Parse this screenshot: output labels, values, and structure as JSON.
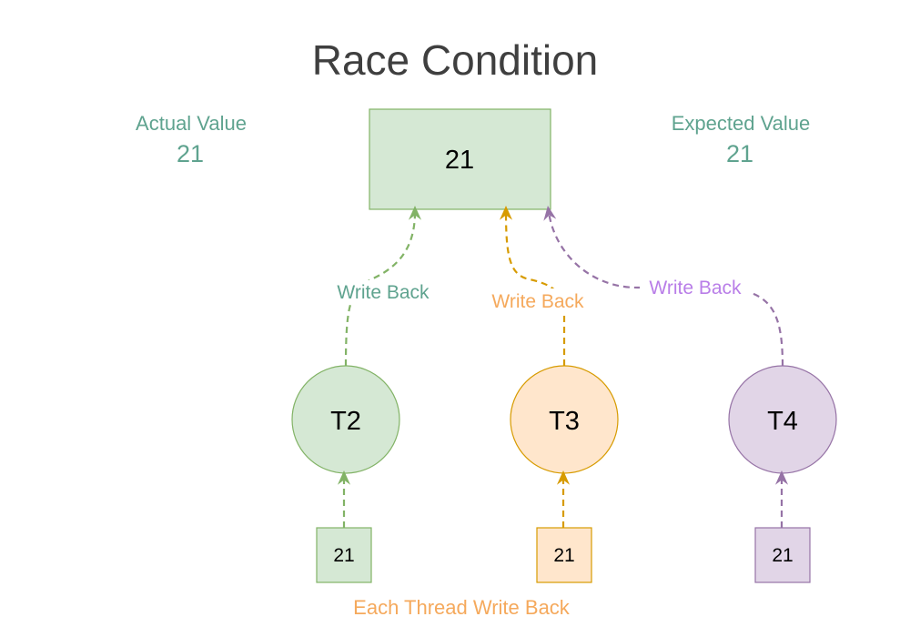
{
  "title": "Race Condition",
  "actual": {
    "label": "Actual Value",
    "value": "21"
  },
  "expected": {
    "label": "Expected Value",
    "value": "21"
  },
  "shared_value": "21",
  "threads": [
    {
      "name": "T2",
      "local_value": "21",
      "write_label": "Write Back"
    },
    {
      "name": "T3",
      "local_value": "21",
      "write_label": "Write Back"
    },
    {
      "name": "T4",
      "local_value": "21",
      "write_label": "Write Back"
    }
  ],
  "footer_caption": "Each Thread Write Back",
  "colors": {
    "title": "#3f3f3f",
    "teal_text": "#5fa38f",
    "orange_text": "#f5a95c",
    "purple_text": "#b97ee8",
    "green_fill": "#d5e8d4",
    "green_stroke": "#82b366",
    "orange_fill": "#ffe6cc",
    "orange_stroke": "#d79b00",
    "purple_fill": "#e1d5e7",
    "purple_stroke": "#9673a6"
  }
}
